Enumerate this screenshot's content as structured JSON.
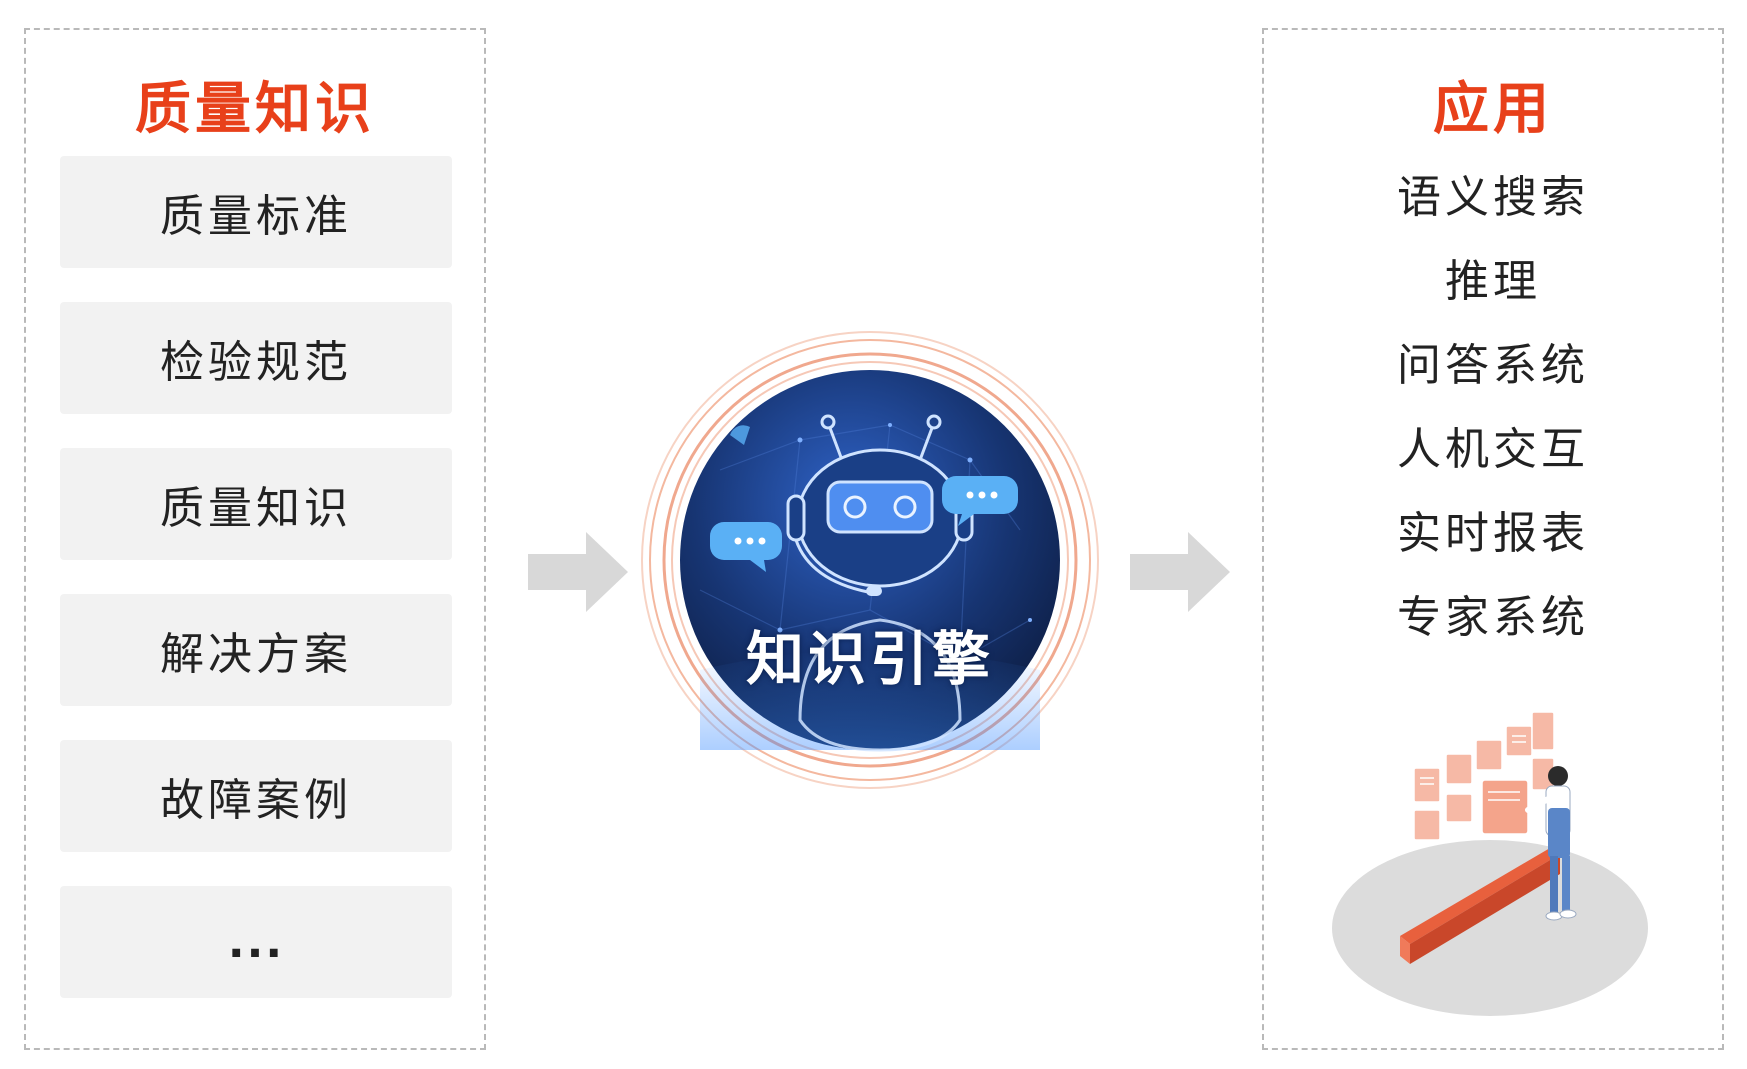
{
  "left_panel": {
    "title": "质量知识",
    "items": [
      {
        "label": "质量标准"
      },
      {
        "label": "检验规范"
      },
      {
        "label": "质量知识"
      },
      {
        "label": "解决方案"
      },
      {
        "label": "故障案例"
      },
      {
        "label": "..."
      }
    ]
  },
  "engine": {
    "label": "知识引擎",
    "icon": "robot-icon"
  },
  "right_panel": {
    "title": "应用",
    "items": [
      {
        "label": "语义搜索"
      },
      {
        "label": "推理"
      },
      {
        "label": "问答系统"
      },
      {
        "label": "人机交互"
      },
      {
        "label": "实时报表"
      },
      {
        "label": "专家系统"
      }
    ],
    "illustration": "person-at-dashboard-illustration"
  },
  "colors": {
    "accent": "#e8401a",
    "box_bg": "#f2f2f2",
    "arrow": "#d8d8d8",
    "ring": "#f0a88e",
    "engine_dark": "#0d1d4a",
    "engine_light": "#2a5bbf"
  }
}
